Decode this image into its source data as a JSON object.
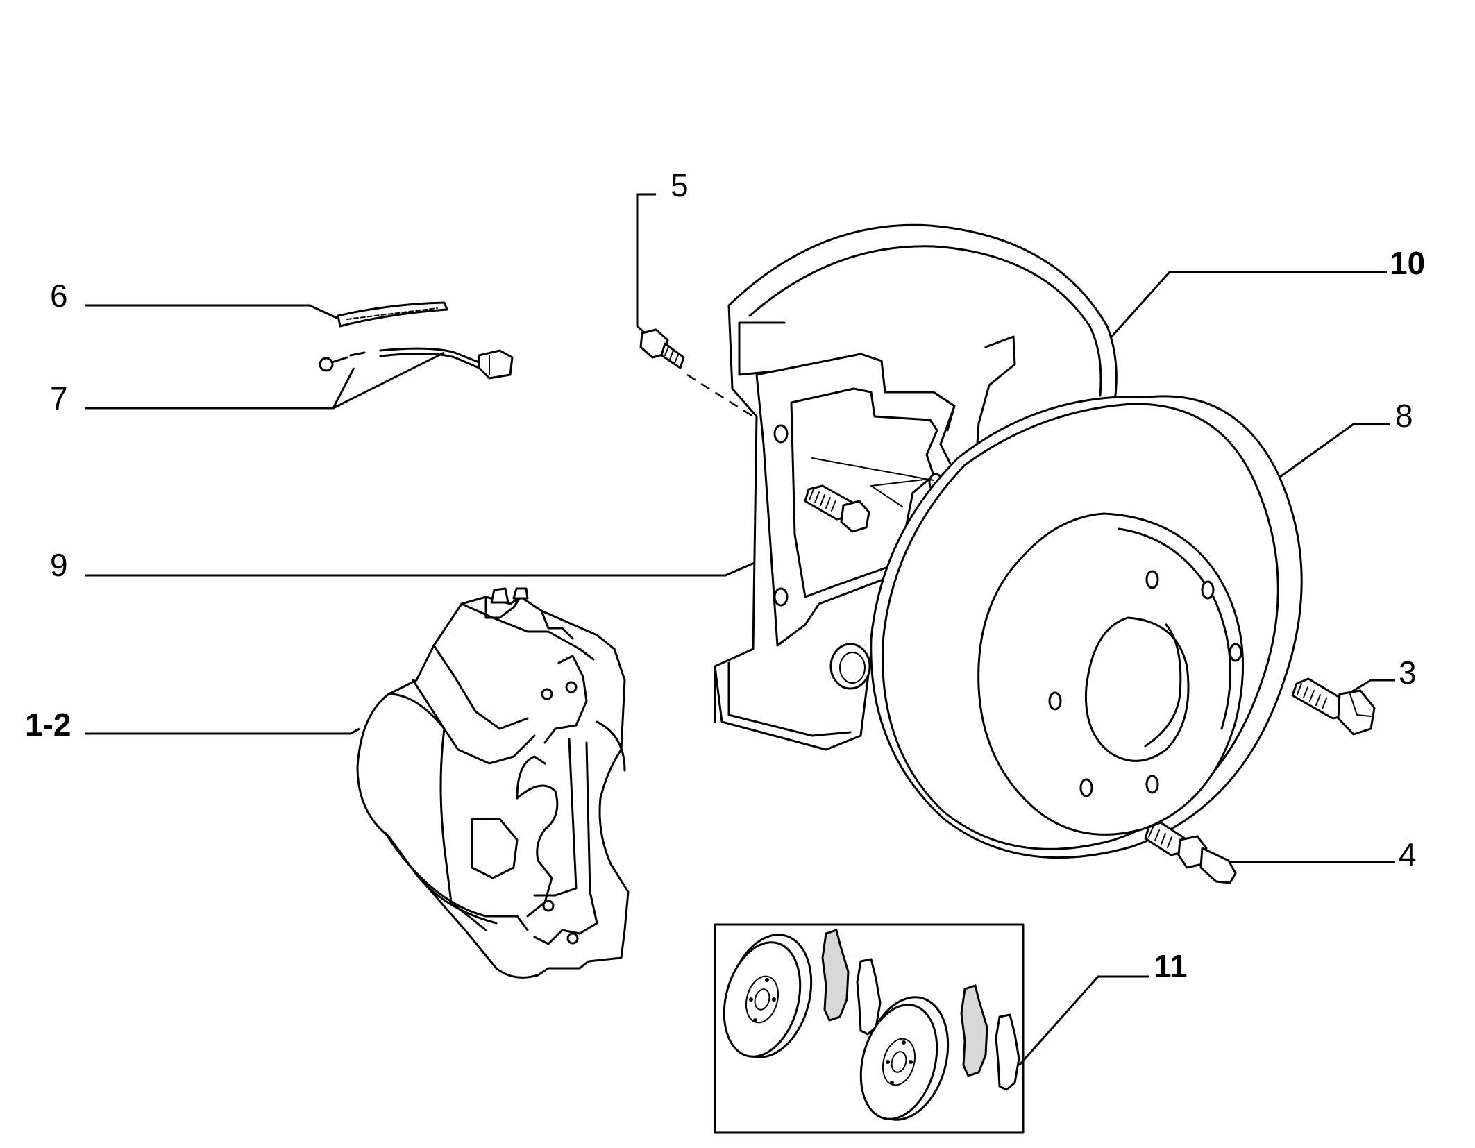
{
  "callouts": {
    "c5": "5",
    "c6": "6",
    "c7": "7",
    "c9": "9",
    "c10": "10",
    "c8": "8",
    "c3": "3",
    "c1_2": "1-2",
    "c4": "4",
    "c11": "11"
  }
}
